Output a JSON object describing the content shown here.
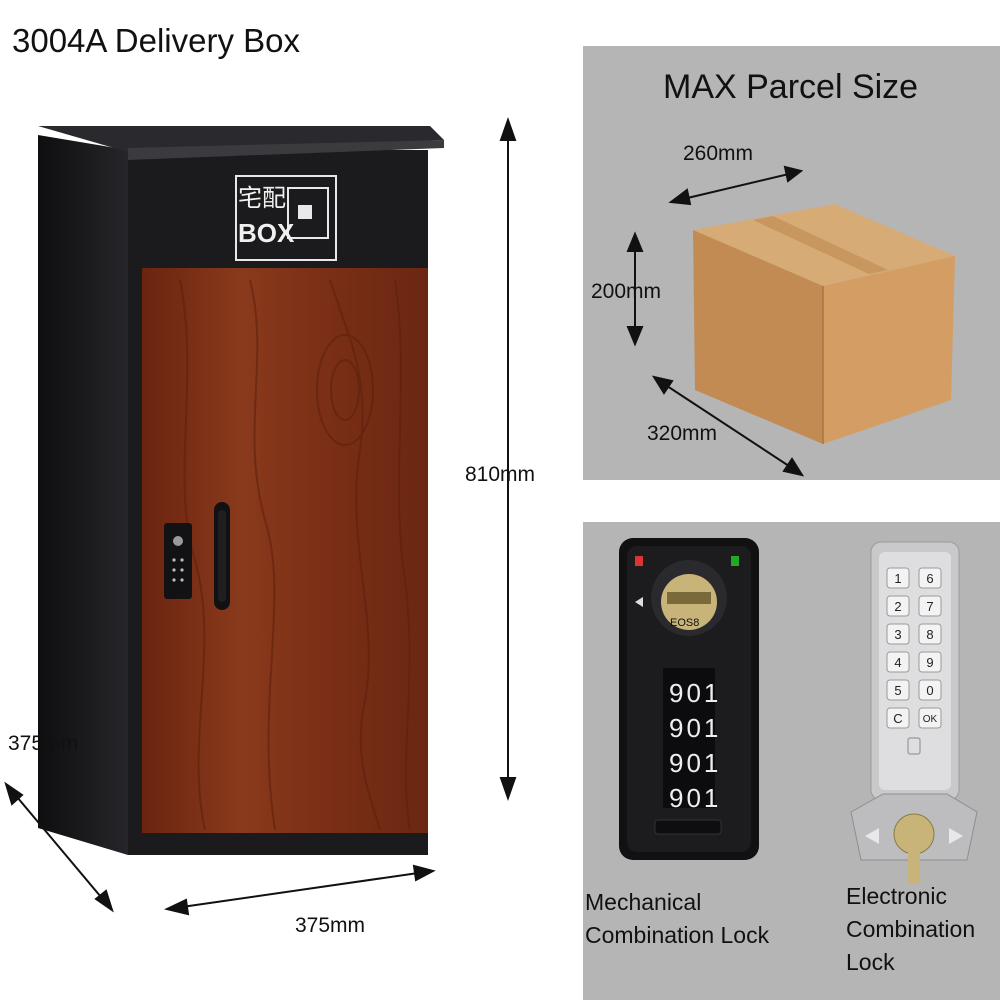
{
  "title": "3004A Delivery Box",
  "box": {
    "logo_line1": "宅配",
    "logo_line2": "BOX",
    "height_label": "810mm",
    "depth_label": "375mm",
    "width_label": "375mm"
  },
  "parcel": {
    "title": "MAX Parcel Size",
    "length_label": "260mm",
    "height_label": "200mm",
    "width_label": "320mm"
  },
  "locks": {
    "mechanical": {
      "caption_line1": "Mechanical",
      "caption_line2": "Combination Lock",
      "key_code": "EOS8",
      "dials": [
        "901",
        "901",
        "901",
        "901"
      ]
    },
    "electronic": {
      "caption_line1": "Electronic",
      "caption_line2": "Combination",
      "caption_line3": "Lock",
      "keys": [
        "1",
        "6",
        "2",
        "7",
        "3",
        "8",
        "4",
        "9",
        "5",
        "0",
        "C",
        "OK"
      ]
    }
  },
  "colors": {
    "panel": "#b5b5b5",
    "cabinet": "#1b1b1d",
    "wood": "#7a2e14",
    "cardboard": "#c9965f"
  }
}
